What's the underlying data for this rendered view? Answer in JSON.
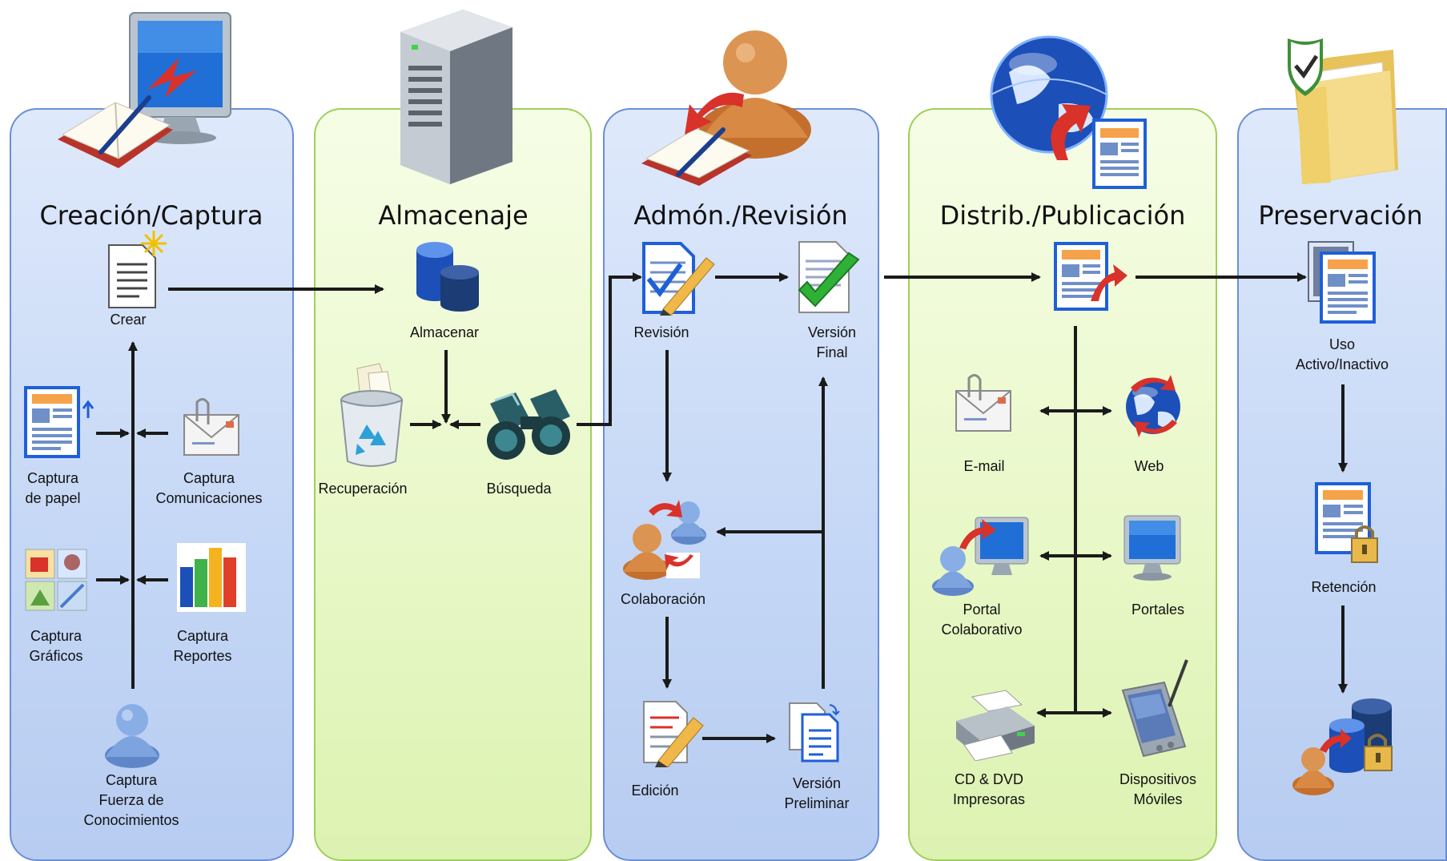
{
  "columns": [
    {
      "title": "Creación/Captura",
      "color": "blue"
    },
    {
      "title": "Almacenaje",
      "color": "green"
    },
    {
      "title": "Admón./Revisión",
      "color": "blue"
    },
    {
      "title": "Distrib./Publicación",
      "color": "green"
    },
    {
      "title": "Preservación",
      "color": "blue"
    }
  ],
  "creation": {
    "crear": "Crear",
    "captura_papel": [
      "Captura",
      "de papel"
    ],
    "captura_comunicaciones": [
      "Captura",
      "Comunicaciones"
    ],
    "captura_graficos": [
      "Captura",
      "Gráficos"
    ],
    "captura_reportes": [
      "Captura",
      "Reportes"
    ],
    "captura_conocimiento": [
      "Captura",
      "Fuerza de",
      "Conocimientos"
    ]
  },
  "storage": {
    "almacenar": "Almacenar",
    "recuperacion": "Recuperación",
    "busqueda": "Búsqueda"
  },
  "review": {
    "revision": "Revisión",
    "version_final": [
      "Versión",
      "Final"
    ],
    "colaboracion": "Colaboración",
    "edicion": "Edición",
    "version_preliminar": [
      "Versión",
      "Preliminar"
    ]
  },
  "distribution": {
    "email": "E-mail",
    "web": "Web",
    "portal_colaborativo": [
      "Portal",
      "Colaborativo"
    ],
    "portales": "Portales",
    "cd_dvd": [
      "CD & DVD",
      "Impresoras"
    ],
    "dispositivos": [
      "Dispositivos",
      "Móviles"
    ]
  },
  "preservation": {
    "uso": [
      "Uso",
      "Activo/Inactivo"
    ],
    "retencion": "Retención"
  },
  "colors": {
    "blue_panel": "#c6d8f6",
    "blue_border": "#6a8fd6",
    "green_panel": "#e9f8c9",
    "green_border": "#9fcf5b",
    "arrow": "#1a1a1a",
    "accent_red": "#d8322a",
    "doc_orange": "#f5a24a",
    "doc_blue": "#1f5fd8"
  }
}
